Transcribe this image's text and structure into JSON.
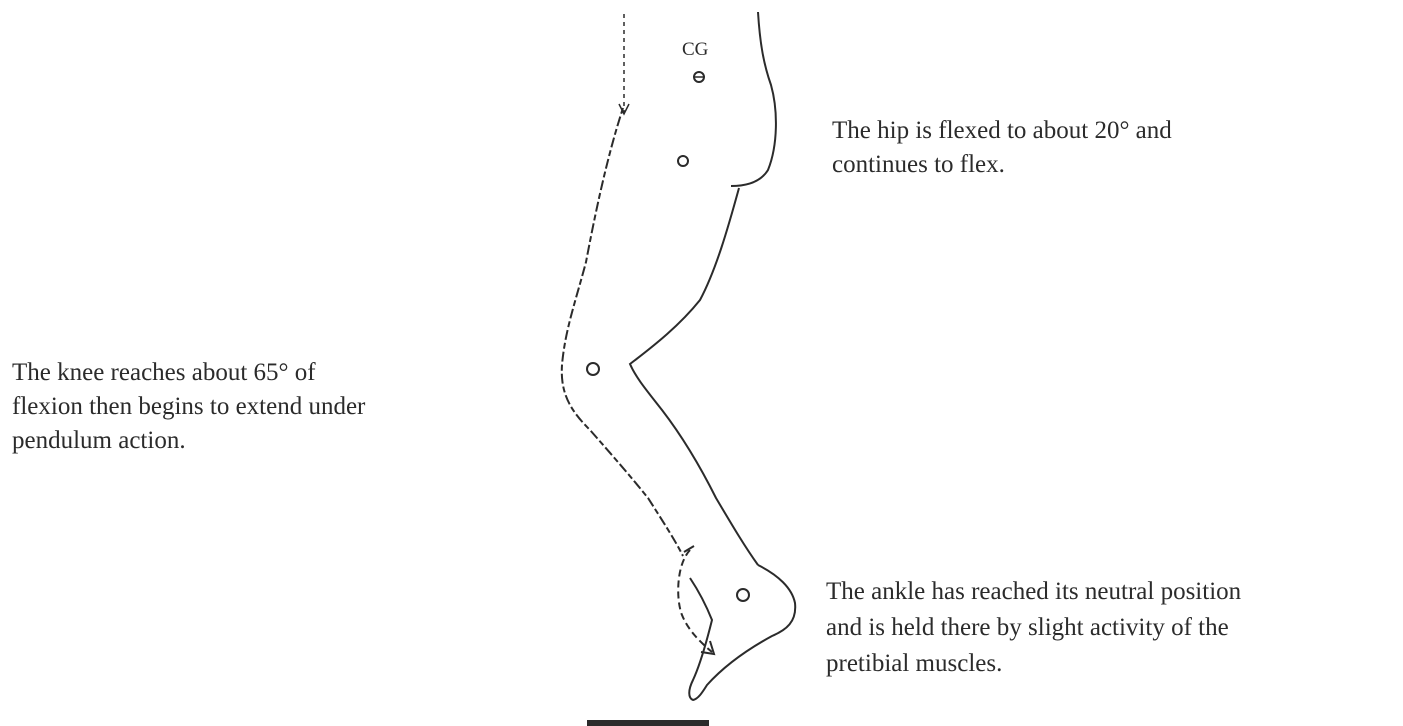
{
  "labels": {
    "center_of_gravity": "CG"
  },
  "annotations": {
    "hip": [
      "The hip is flexed to about 20° and",
      "continues to flex."
    ],
    "knee": [
      "The knee reaches about 65° of",
      "flexion then begins to extend under",
      "pendulum action."
    ],
    "ankle": [
      "The ankle has reached its neutral position",
      "and is held there by slight activity of the",
      "pretibial muscles."
    ]
  },
  "colors": {
    "line": "#2b2b2b",
    "text": "#2b2b2b",
    "background": "#ffffff"
  }
}
